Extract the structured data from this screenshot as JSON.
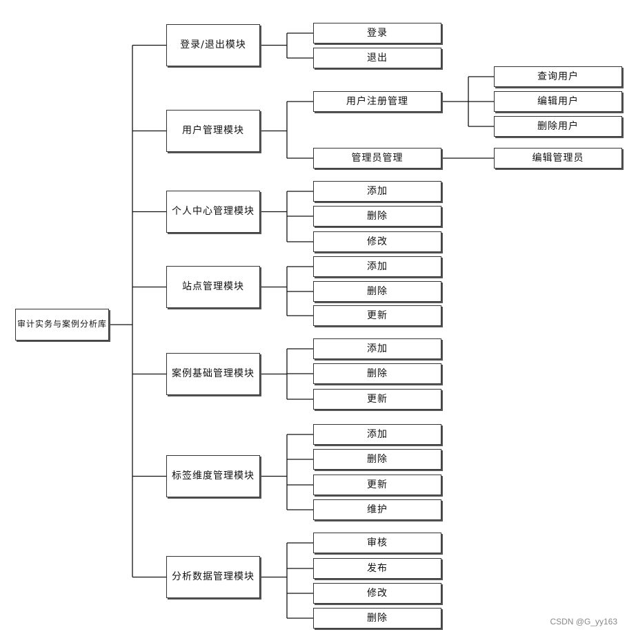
{
  "root": "审计实务与案例分析库",
  "modules": [
    {
      "label": "登录/退出模块",
      "children": [
        {
          "label": "登录"
        },
        {
          "label": "退出"
        }
      ]
    },
    {
      "label": "用户管理模块",
      "children": [
        {
          "label": "用户注册管理",
          "children": [
            {
              "label": "查询用户"
            },
            {
              "label": "编辑用户"
            },
            {
              "label": "删除用户"
            }
          ]
        },
        {
          "label": "管理员管理",
          "children": [
            {
              "label": "编辑管理员"
            }
          ]
        }
      ]
    },
    {
      "label": "个人中心管理模块",
      "children": [
        {
          "label": "添加"
        },
        {
          "label": "删除"
        },
        {
          "label": "修改"
        }
      ]
    },
    {
      "label": "站点管理模块",
      "children": [
        {
          "label": "添加"
        },
        {
          "label": "删除"
        },
        {
          "label": "更新"
        }
      ]
    },
    {
      "label": "案例基础管理模块",
      "children": [
        {
          "label": "添加"
        },
        {
          "label": "删除"
        },
        {
          "label": "更新"
        }
      ]
    },
    {
      "label": "标签维度管理模块",
      "children": [
        {
          "label": "添加"
        },
        {
          "label": "删除"
        },
        {
          "label": "更新"
        },
        {
          "label": "维护"
        }
      ]
    },
    {
      "label": "分析数据管理模块",
      "children": [
        {
          "label": "审核"
        },
        {
          "label": "发布"
        },
        {
          "label": "修改"
        },
        {
          "label": "删除"
        }
      ]
    }
  ],
  "watermark": "CSDN @G_yy163"
}
